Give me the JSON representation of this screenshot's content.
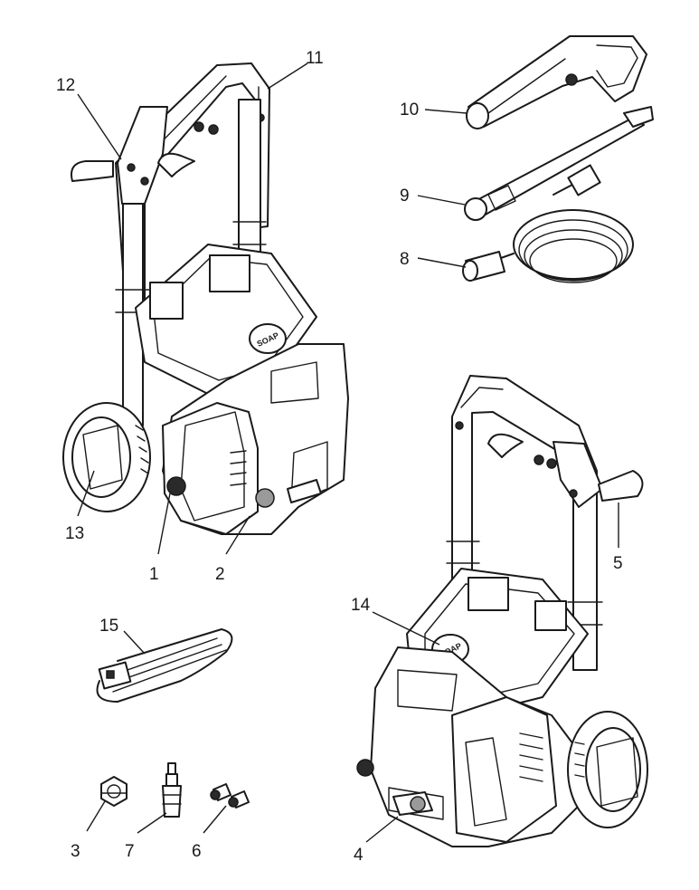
{
  "labels": {
    "l1": "1",
    "l2": "2",
    "l3": "3",
    "l4": "4",
    "l5": "5",
    "l6": "6",
    "l7": "7",
    "l8": "8",
    "l9": "9",
    "l10": "10",
    "l11": "11",
    "l12": "12",
    "l13": "13",
    "l14": "14",
    "l15": "15"
  },
  "soap_cap_text": "SOAP"
}
